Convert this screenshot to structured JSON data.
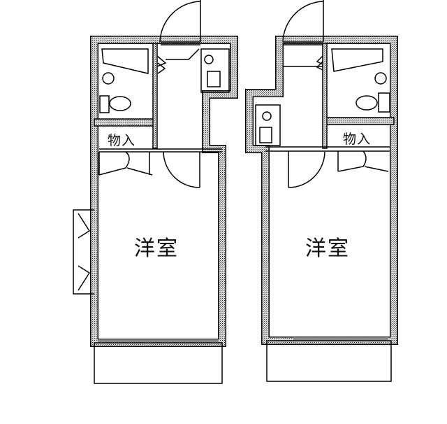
{
  "plan": {
    "units": [
      {
        "closet_label": "物入",
        "room_label": "洋室"
      },
      {
        "closet_label": "物入",
        "room_label": "洋室"
      }
    ]
  }
}
